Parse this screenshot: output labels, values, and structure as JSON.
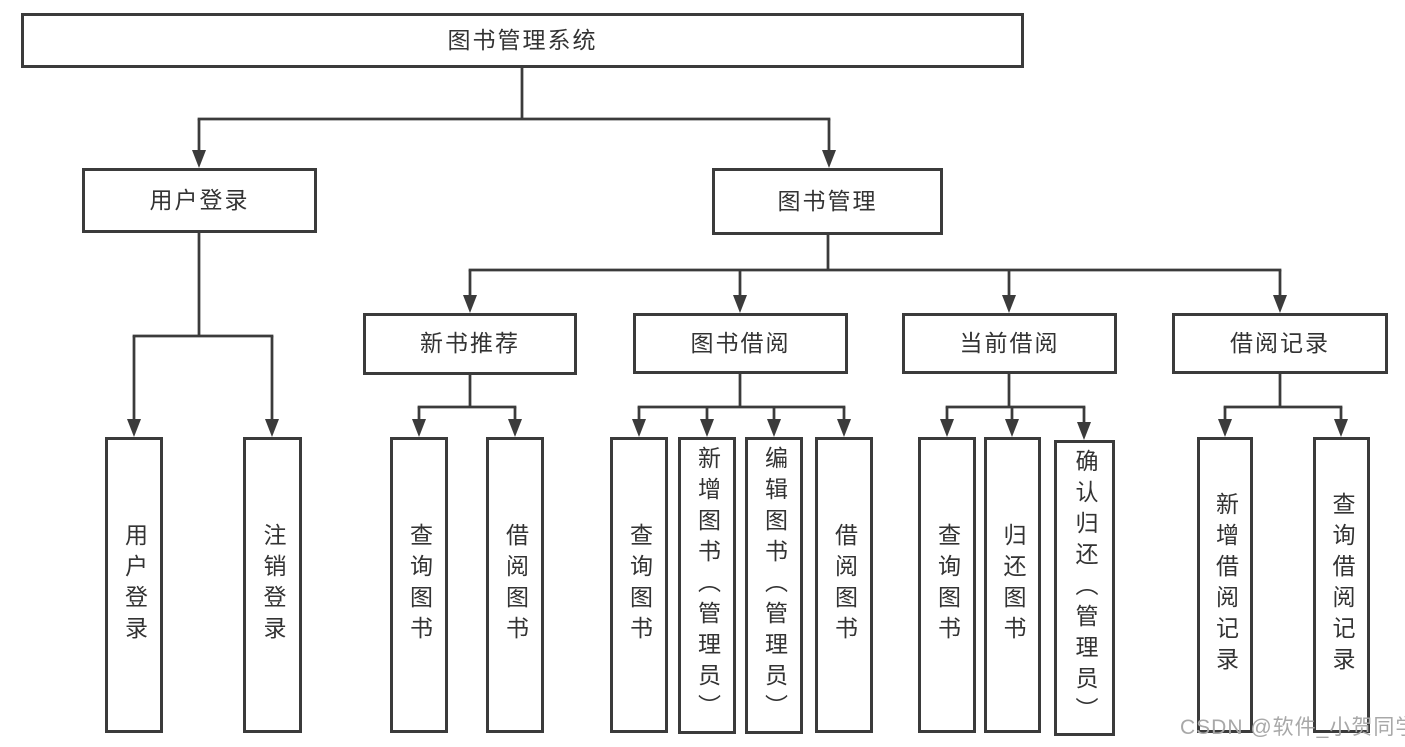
{
  "diagram_title": "图书管理系统",
  "nodes": [
    {
      "id": "root",
      "label": "图书管理系统",
      "parent": null,
      "level": 1
    },
    {
      "id": "user-login",
      "label": "用户登录",
      "parent": "root",
      "level": 2
    },
    {
      "id": "book-management",
      "label": "图书管理",
      "parent": "root",
      "level": 2
    },
    {
      "id": "new-book-recommend",
      "label": "新书推荐",
      "parent": "book-management",
      "level": 3
    },
    {
      "id": "book-borrowing",
      "label": "图书借阅",
      "parent": "book-management",
      "level": 3
    },
    {
      "id": "current-borrowing",
      "label": "当前借阅",
      "parent": "book-management",
      "level": 3
    },
    {
      "id": "borrowing-records",
      "label": "借阅记录",
      "parent": "book-management",
      "level": 3
    },
    {
      "id": "leaf-user-login",
      "label": "用户登录",
      "parent": "user-login",
      "level": 4
    },
    {
      "id": "leaf-logout",
      "label": "注销登录",
      "parent": "user-login",
      "level": 4
    },
    {
      "id": "leaf-query-books-recommend",
      "label": "查询图书",
      "parent": "new-book-recommend",
      "level": 4
    },
    {
      "id": "leaf-borrow-books-recommend",
      "label": "借阅图书",
      "parent": "new-book-recommend",
      "level": 4
    },
    {
      "id": "leaf-query-books-borrowing",
      "label": "查询图书",
      "parent": "book-borrowing",
      "level": 4
    },
    {
      "id": "leaf-add-books-admin",
      "label": "新增图书（管理员）",
      "parent": "book-borrowing",
      "level": 4
    },
    {
      "id": "leaf-edit-books-admin",
      "label": "编辑图书（管理员）",
      "parent": "book-borrowing",
      "level": 4
    },
    {
      "id": "leaf-borrow-books-borrowing",
      "label": "借阅图书",
      "parent": "book-borrowing",
      "level": 4
    },
    {
      "id": "leaf-query-books-current",
      "label": "查询图书",
      "parent": "current-borrowing",
      "level": 4
    },
    {
      "id": "leaf-return-books",
      "label": "归还图书",
      "parent": "current-borrowing",
      "level": 4
    },
    {
      "id": "leaf-confirm-return-admin",
      "label": "确认归还（管理员）",
      "parent": "current-borrowing",
      "level": 4
    },
    {
      "id": "leaf-add-borrow-record",
      "label": "新增借阅记录",
      "parent": "borrowing-records",
      "level": 4
    },
    {
      "id": "leaf-query-borrow-record",
      "label": "查询借阅记录",
      "parent": "borrowing-records",
      "level": 4
    }
  ],
  "watermark": {
    "text": "CSDN @软件_小贺同学"
  },
  "colors": {
    "line": "#3b3b3b",
    "box_border": "#3b3b3b",
    "text": "#333333",
    "watermark": "#a8a8a8",
    "background": "#ffffff"
  }
}
